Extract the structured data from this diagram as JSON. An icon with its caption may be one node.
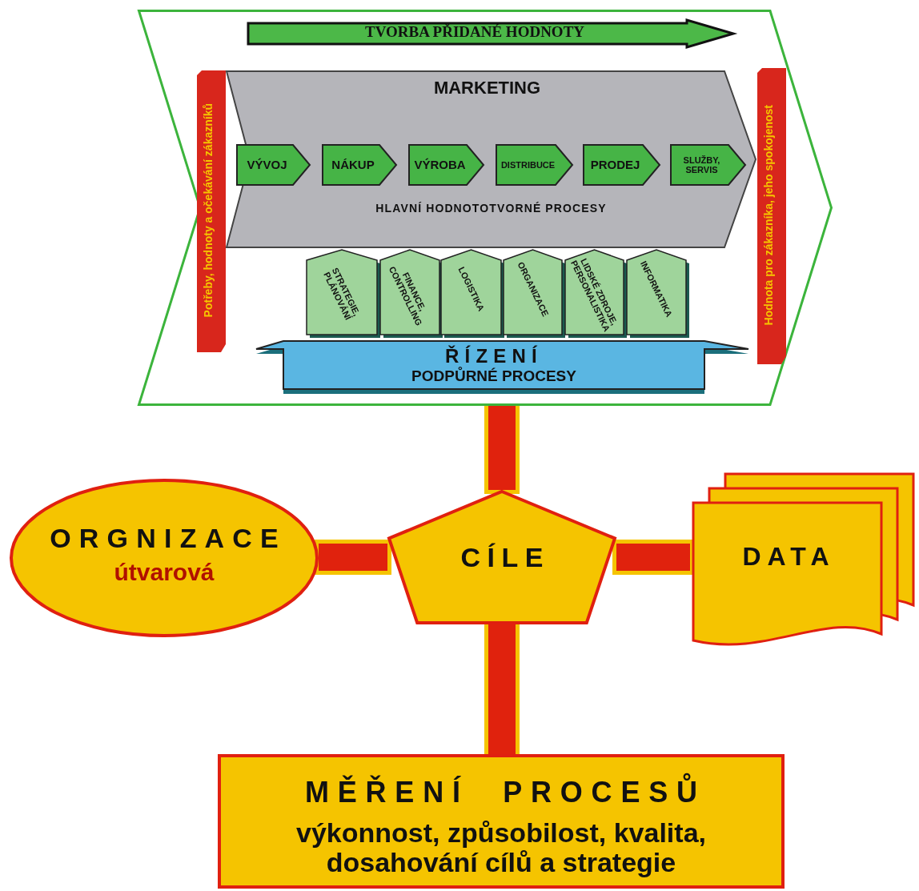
{
  "diagram": {
    "nodes": [
      {
        "text": [],
        "shape": "box"
      },
      {
        "text": [
          "TVORBA PŘIDANÉ HODNOTY"
        ],
        "in": 0
      },
      {
        "text": [
          "Potřeby, hodnoty a očekávání zákazníků"
        ],
        "in": 0
      },
      {
        "text": [
          "MARKETING",
          "HLAVNÍ HODNOTOTVORNÉ PROCESY"
        ],
        "in": 0
      },
      {
        "text": [
          "VÝVOJ"
        ],
        "in": 3
      },
      {
        "text": [
          "NÁKUP"
        ],
        "in": 3
      },
      {
        "text": [
          "VÝROBA"
        ],
        "in": 3
      },
      {
        "text": [
          "DISTRIBUCE"
        ],
        "in": 3
      },
      {
        "text": [
          "PRODEJ"
        ],
        "in": 3
      },
      {
        "text": [
          "SLUŽBY, SERVIS"
        ],
        "in": 3
      },
      {
        "text": [
          "ŘÍZENÍ",
          "PODPŮRNÉ PROCESY"
        ],
        "in": 0
      },
      {
        "text": [
          "STRATEGIE, PLÁNOVÁNÍ"
        ],
        "in": 0
      },
      {
        "text": [
          "FINANCE, CONTROLLING"
        ],
        "in": 0
      },
      {
        "text": [
          "LOGISTIKA"
        ],
        "in": 0
      },
      {
        "text": [
          "ORGANIZACE"
        ],
        "in": 0
      },
      {
        "text": [
          "LIDSKÉ ZDROJE, PERSONALISTIKA"
        ],
        "in": 0
      },
      {
        "text": [
          "INFORMATIKA"
        ],
        "in": 0
      },
      {
        "text": [
          "Hodnota pro zákazníka, jeho spokojenost"
        ],
        "in": 0
      },
      {
        "text": [
          "ORGNIZACE",
          "útvarová"
        ]
      },
      {
        "text": [
          "CÍLE"
        ]
      },
      {
        "text": [
          "DATA"
        ]
      },
      {
        "text": [
          "MĚŘENÍ PROCESŮ",
          "výkonnost, způsobilost, kvalita, dosahování cílů a strategie"
        ]
      }
    ],
    "edges": [
      {
        "from": 19,
        "to": 0,
        "arrow": "none"
      },
      {
        "from": 19,
        "to": 18,
        "arrow": "none"
      },
      {
        "from": 19,
        "to": 20,
        "arrow": "none"
      },
      {
        "from": 19,
        "to": 21,
        "arrow": "none"
      }
    ]
  }
}
